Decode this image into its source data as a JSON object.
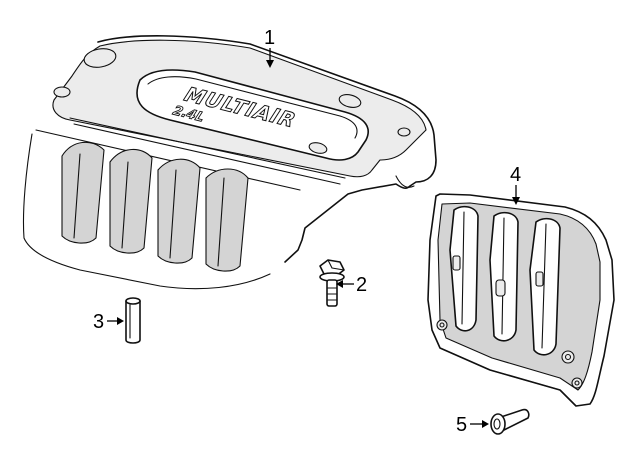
{
  "diagram": {
    "parts": [
      {
        "callout": "1",
        "logo_text": "MULTIAIR",
        "logo_subtext": "2.4L"
      },
      {
        "callout": "2"
      },
      {
        "callout": "3"
      },
      {
        "callout": "4"
      },
      {
        "callout": "5"
      }
    ],
    "colors": {
      "line": "#111111",
      "shade": "#d4d4d4",
      "background": "#ffffff"
    }
  }
}
